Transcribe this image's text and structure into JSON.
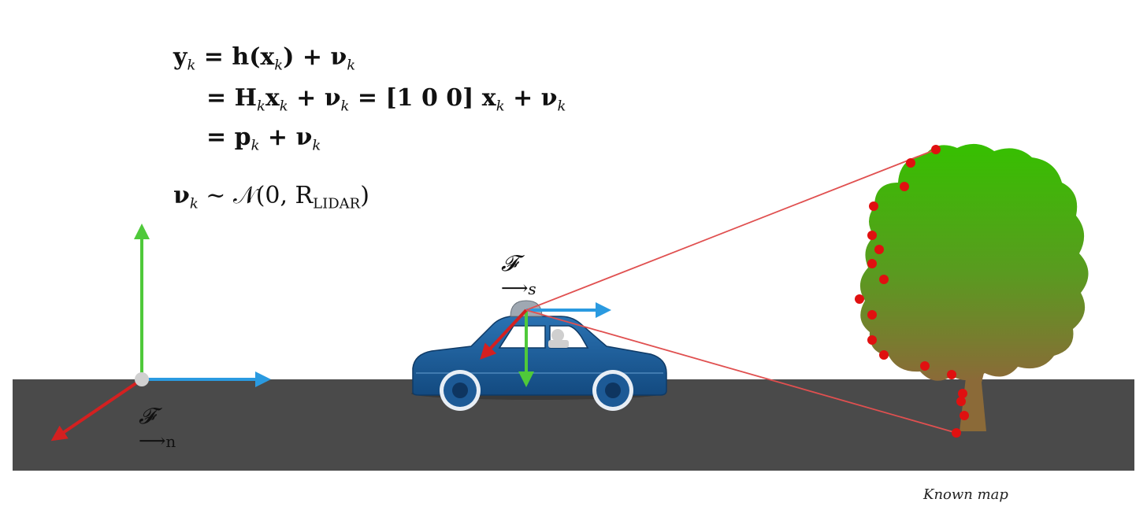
{
  "equations": {
    "line1": {
      "lhs": "y",
      "sub": "k",
      "rhs1": " = h(x",
      "rhs2": ") + ν",
      "rhs3": ""
    },
    "line2": {
      "a": "= H",
      "b": "x",
      "c": " + ν",
      "d": " = [1  0  0] x",
      "e": " + ν"
    },
    "line3": {
      "a": "= p",
      "b": " + ν"
    },
    "noise": {
      "a": "ν",
      "b": " ~ 𝒩(0, R",
      "c": "LIDAR",
      "d": ")"
    },
    "k": "k"
  },
  "frames": {
    "nav": {
      "symbol": "𝓕",
      "arrow": "⟶",
      "sub": "n"
    },
    "sensor": {
      "symbol": "𝓕",
      "arrow": "⟶",
      "sub": "s"
    }
  },
  "caption": "Known map",
  "colors": {
    "road": "#4a4a4a",
    "axis_red": "#d42020",
    "axis_green": "#4fc93a",
    "axis_blue": "#2a9ae0",
    "car_body": "#1e5e9a",
    "lidar_ray": "#e05050",
    "hit_point": "#e01010"
  }
}
